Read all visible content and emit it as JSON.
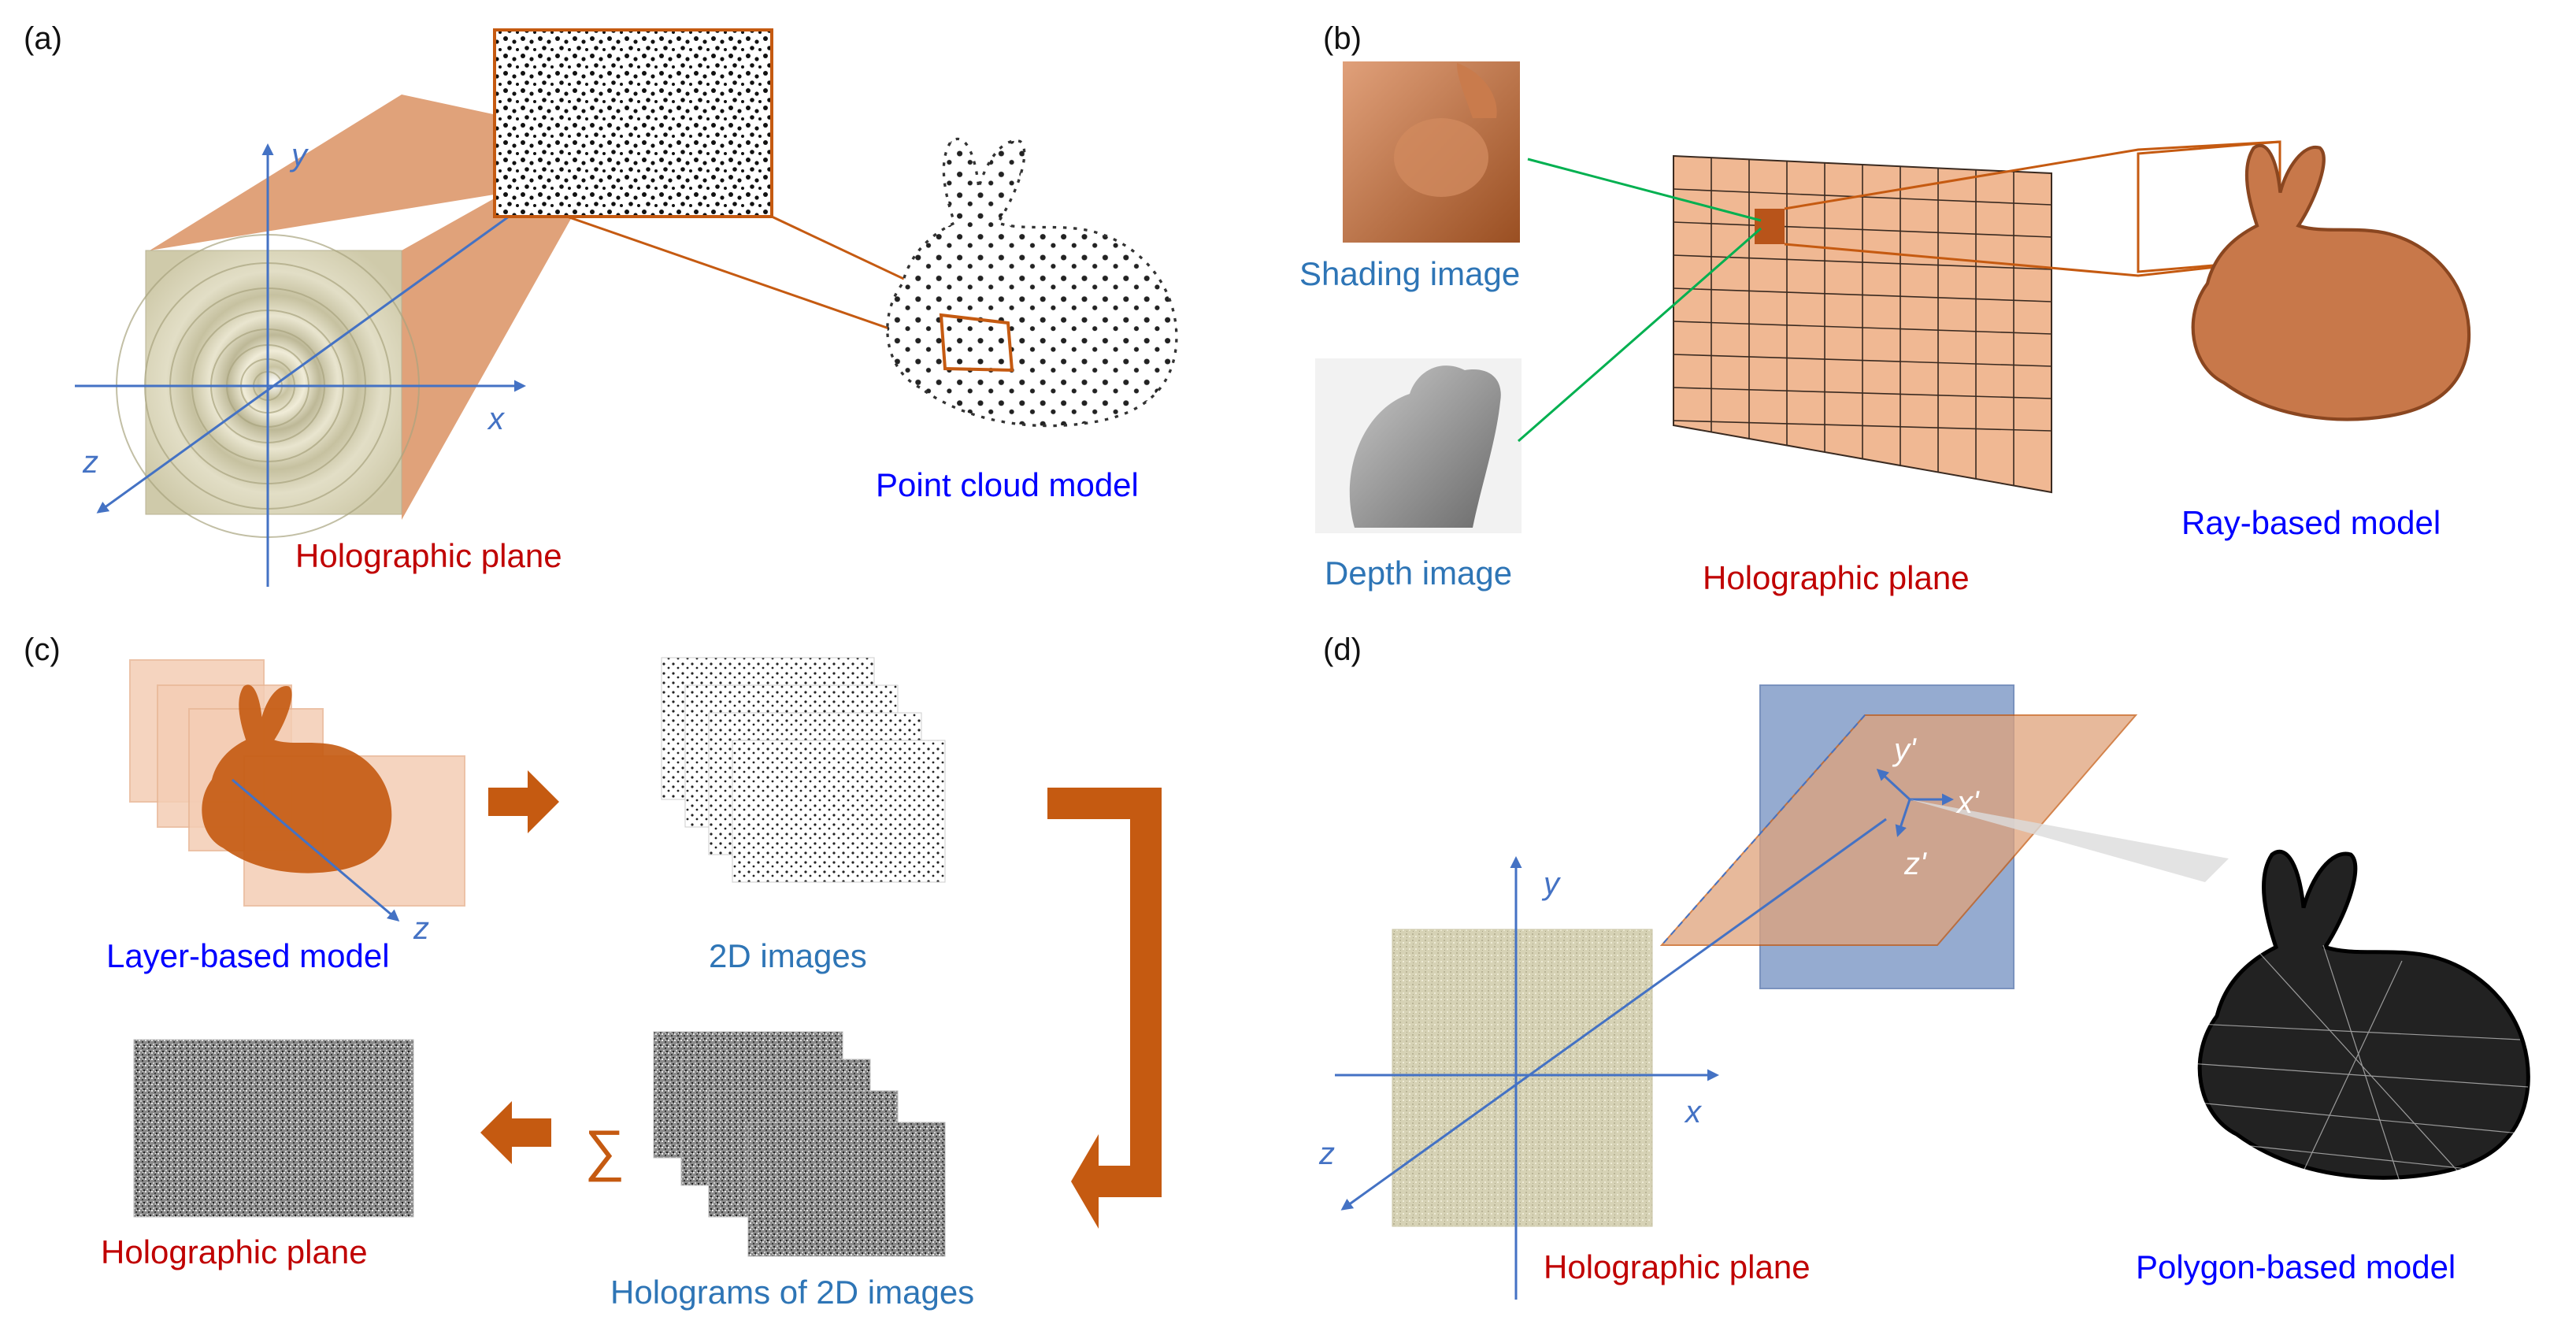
{
  "panels": {
    "a": {
      "label": "(a)",
      "axes": {
        "x": "x",
        "y": "y",
        "z": "z"
      },
      "plane_caption": "Holographic plane",
      "model_caption": "Point cloud model"
    },
    "b": {
      "label": "(b)",
      "shading_caption": "Shading image",
      "depth_caption": "Depth image",
      "plane_caption": "Holographic plane",
      "model_caption": "Ray-based model"
    },
    "c": {
      "label": "(c)",
      "axis_z": "z",
      "model_caption": "Layer-based model",
      "images_caption": "2D images",
      "holograms_caption": "Holograms of 2D images",
      "plane_caption": "Holographic plane",
      "sum_symbol": "∑"
    },
    "d": {
      "label": "(d)",
      "axes": {
        "x": "x",
        "y": "y",
        "z": "z"
      },
      "local_axes": {
        "x": "x'",
        "y": "y'",
        "z": "z'"
      },
      "plane_caption": "Holographic plane",
      "model_caption": "Polygon-based model"
    }
  },
  "colors": {
    "axis_blue": "#4472c4",
    "orange": "#c55a11",
    "orange_fill": "#e0a27a",
    "red_caption": "#c00000",
    "blue_caption": "#0000ff",
    "cyan_caption": "#2e75b6",
    "green_line": "#00b050",
    "hologram_beige": "#d6d2b5"
  }
}
